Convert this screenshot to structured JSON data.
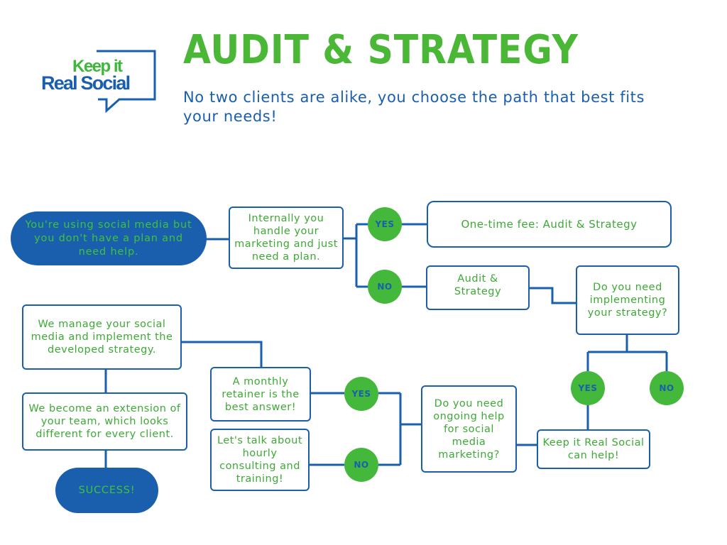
{
  "brand": {
    "logo_line1": "Keep it",
    "logo_line2": "Real Social",
    "primary_color": "#1a5fad",
    "accent_color": "#43b83a"
  },
  "header": {
    "title": "AUDIT & STRATEGY",
    "subtitle": "No two clients are alike, you choose the path that best fits your needs!"
  },
  "flow": {
    "start": "You're using social media but you don't have a plan and need help.",
    "q_internal": "Internally you handle your marketing and just need a plan.",
    "yes1": "YES",
    "no1": "NO",
    "one_time_fee": "One-time fee: Audit & Strategy",
    "audit_strategy": "Audit & Strategy",
    "q_implement": "Do you need implementing your strategy?",
    "yes2": "YES",
    "no2": "NO",
    "kirs_help": "Keep it Real Social can help!",
    "q_ongoing": "Do you need ongoing help for social media marketing?",
    "yes3": "YES",
    "no3": "NO",
    "retainer": "A monthly retainer is the best answer!",
    "hourly": "Let's talk about hourly consulting and training!",
    "we_manage": "We manage your social media and implement the developed strategy.",
    "extension": "We become an extension of your team, which looks different for every client.",
    "success": "SUCCESS!"
  }
}
